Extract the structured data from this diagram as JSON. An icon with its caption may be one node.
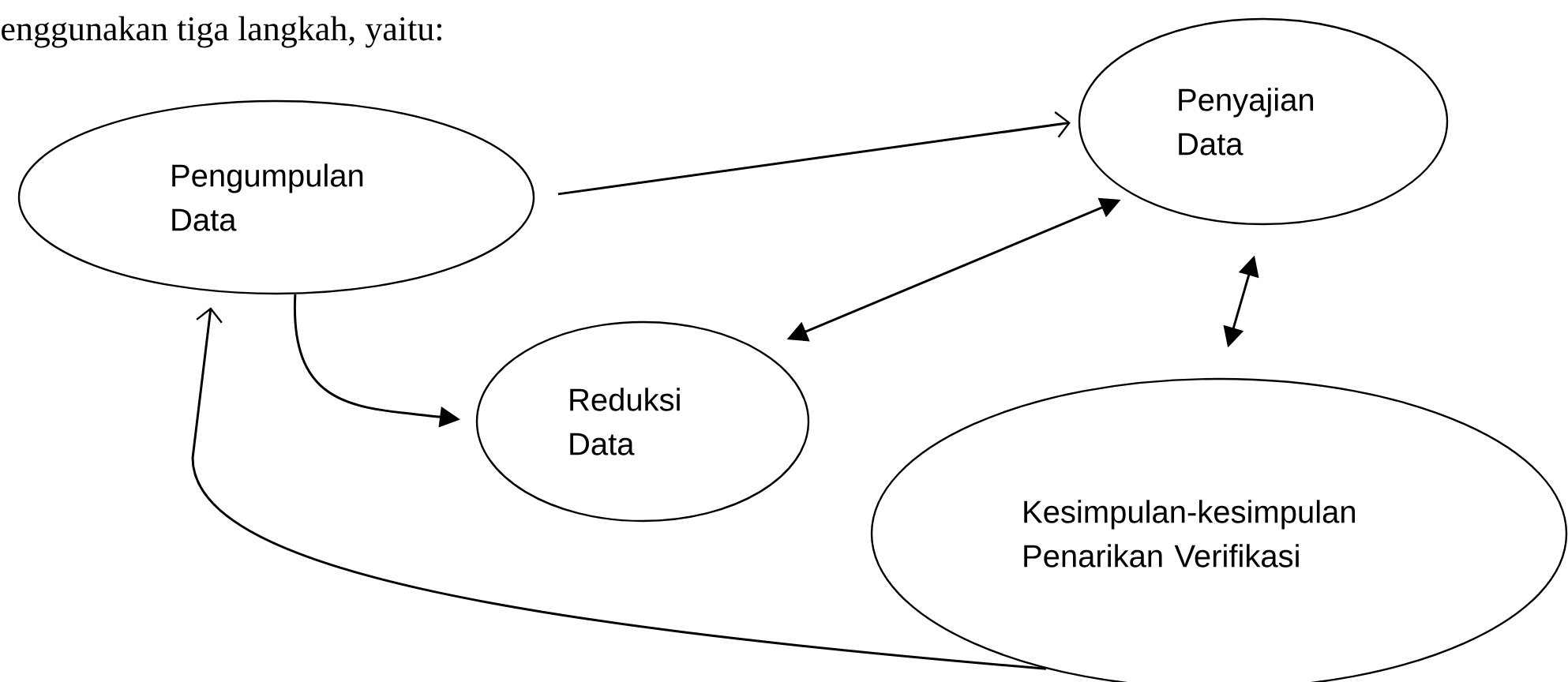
{
  "diagram": {
    "nodes": [
      {
        "text": [
          "Pengumpulan Data"
        ]
      },
      {
        "text": [
          "Penyajian Data"
        ]
      },
      {
        "text": [
          "Reduksi Data"
        ]
      },
      {
        "text": [
          "Kesimpulan-kesimpulan Penarikan Verifikasi"
        ]
      }
    ],
    "edges": [
      {
        "from": 0,
        "to": 1,
        "arrow": "to"
      },
      {
        "from": 0,
        "to": 2,
        "arrow": "to"
      },
      {
        "from": 2,
        "to": 1,
        "arrow": "both"
      },
      {
        "from": 1,
        "to": 3,
        "arrow": "both"
      },
      {
        "from": 3,
        "to": 0,
        "arrow": "to"
      }
    ],
    "labels": [
      "enggunakan tiga langkah, yaitu:"
    ]
  }
}
